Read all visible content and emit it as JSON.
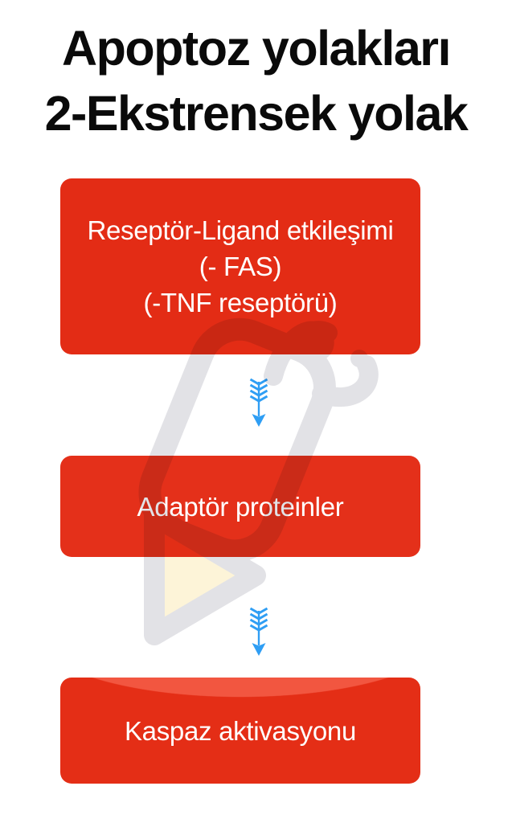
{
  "slide": {
    "title": {
      "line1": "Apoptoz yolakları",
      "line2": "2-Ekstrensek yolak"
    },
    "flowchart": {
      "steps": [
        {
          "id": "receptor-ligand",
          "lines": [
            "Reseptör-Ligand etkileşimi",
            "(- FAS)",
            "(-TNF reseptörü)"
          ]
        },
        {
          "id": "adaptor-proteins",
          "lines": [
            "Adaptör proteinler"
          ]
        },
        {
          "id": "caspase-activation",
          "lines": [
            "Kaspaz aktivasyonu"
          ]
        }
      ],
      "arrow_icon": "feathered-down-arrow"
    },
    "colors": {
      "box_red_dark": "#e32c15",
      "box_red_light": "#f1503a",
      "box_text": "#ffffff",
      "title_text": "#0a0a0a",
      "arrow_blue": "#2f9ef4",
      "watermark_gray": "#e2e2e6",
      "watermark_triangle_fill": "#fdf4d8"
    },
    "watermark": "slideplayer-logo"
  }
}
